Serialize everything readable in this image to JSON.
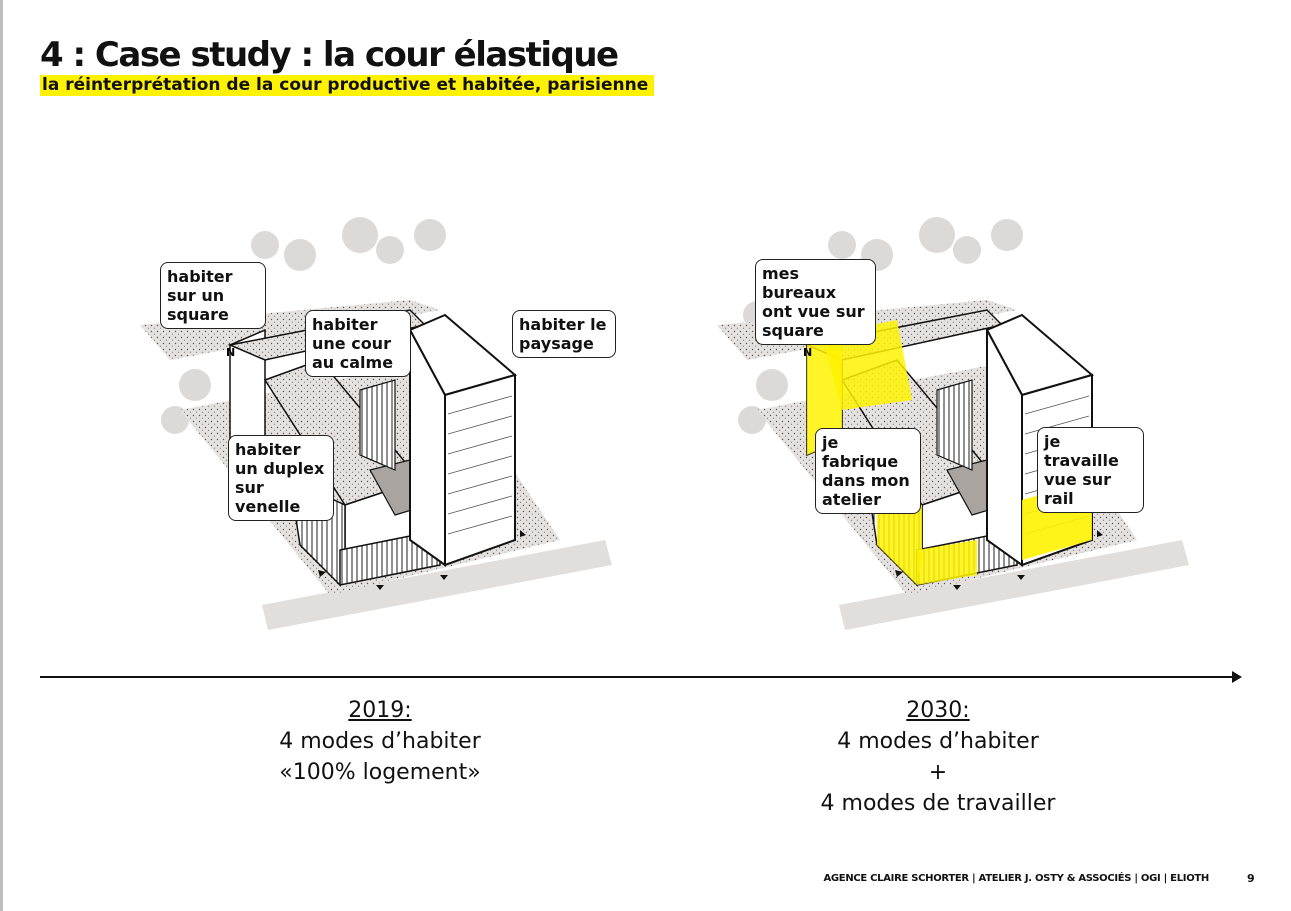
{
  "header": {
    "title": "4 : Case study : la cour élastique",
    "subtitle": "la réinterprétation de la cour productive et habitée, parisienne"
  },
  "colors": {
    "highlight": "#fff200",
    "ground": "#d8d5d2",
    "shadow": "#a9a4a0"
  },
  "diagram_2019": {
    "bubbles": [
      "habiter sur un square",
      "habiter une cour au calme",
      "habiter le paysage",
      "habiter un duplex sur venelle"
    ]
  },
  "diagram_2030": {
    "bubbles": [
      "mes bureaux ont vue sur square",
      "je fabrique dans mon atelier",
      "je travaille vue sur rail"
    ]
  },
  "north_label": "N",
  "timeline": {
    "left": {
      "year": "2019:",
      "line1": "4 modes d’habiter",
      "line2": "«100% logement»"
    },
    "right": {
      "year": "2030:",
      "line1": "4 modes d’habiter",
      "plus": "+",
      "line2": "4 modes de travailler"
    }
  },
  "footer": {
    "credits": "AGENCE CLAIRE SCHORTER | ATELIER J. OSTY & ASSOCIÉS | OGI | ELIOTH",
    "page": "9"
  }
}
